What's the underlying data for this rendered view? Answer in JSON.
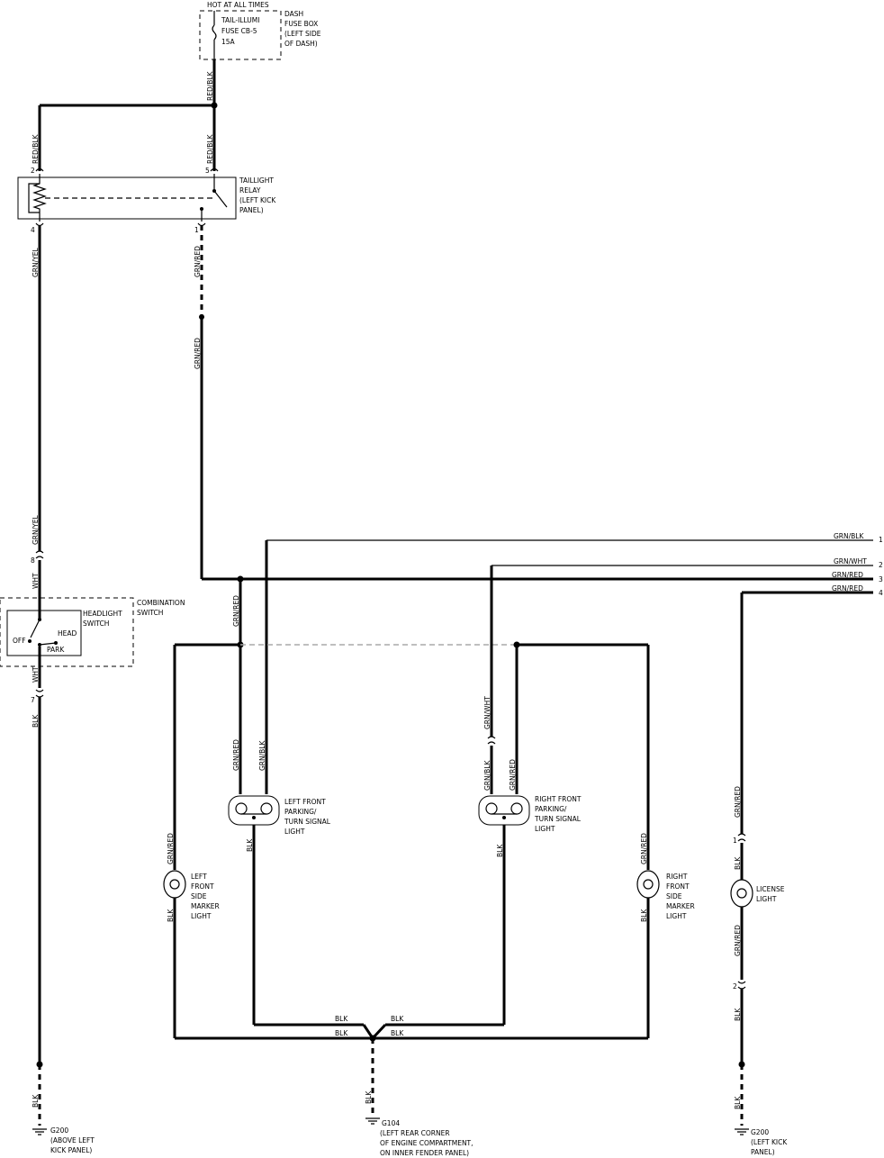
{
  "power": {
    "hot_label": "HOT AT ALL TIMES",
    "fuse_lines": [
      "TAIL-ILLUMI",
      "FUSE CB-5",
      "15A"
    ],
    "fusebox_lines": [
      "DASH",
      "FUSE BOX",
      "(LEFT SIDE",
      "OF DASH)"
    ]
  },
  "wires": {
    "red_blk": "RED/BLK",
    "grn_yel": "GRN/YEL",
    "grn_red": "GRN/RED",
    "grn_blk": "GRN/BLK",
    "grn_wht": "GRN/WHT",
    "wht": "WHT",
    "blk": "BLK"
  },
  "relay": {
    "lines": [
      "TAILLIGHT",
      "RELAY",
      "(LEFT KICK",
      "PANEL)"
    ],
    "pins": [
      "2",
      "5",
      "4",
      "1"
    ]
  },
  "switch": {
    "combo_lines": [
      "COMBINATION",
      "SWITCH"
    ],
    "headlight_lines": [
      "HEADLIGHT",
      "SWITCH"
    ],
    "positions": [
      "OFF",
      "HEAD",
      "PARK"
    ],
    "pins": [
      "8",
      "7"
    ]
  },
  "outputs": [
    {
      "wire": "GRN/BLK",
      "num": "1"
    },
    {
      "wire": "GRN/WHT",
      "num": "2"
    },
    {
      "wire": "GRN/RED",
      "num": "3"
    },
    {
      "wire": "GRN/RED",
      "num": "4"
    }
  ],
  "lights": {
    "left_front_parking": [
      "LEFT FRONT",
      "PARKING/",
      "TURN SIGNAL",
      "LIGHT"
    ],
    "right_front_parking": [
      "RIGHT FRONT",
      "PARKING/",
      "TURN SIGNAL",
      "LIGHT"
    ],
    "left_side_marker": [
      "LEFT",
      "FRONT",
      "SIDE",
      "MARKER",
      "LIGHT"
    ],
    "right_side_marker": [
      "RIGHT",
      "FRONT",
      "SIDE",
      "MARKER",
      "LIGHT"
    ],
    "license": [
      "LICENSE",
      "LIGHT"
    ],
    "license_pins": [
      "1",
      "2"
    ]
  },
  "grounds": {
    "g200_left": [
      "G200",
      "(ABOVE LEFT",
      "KICK PANEL)"
    ],
    "g104": [
      "G104",
      "(LEFT REAR CORNER",
      "OF ENGINE COMPARTMENT,",
      "ON INNER FENDER PANEL)"
    ],
    "g200_right": [
      "G200",
      "(LEFT KICK",
      "PANEL)"
    ]
  }
}
